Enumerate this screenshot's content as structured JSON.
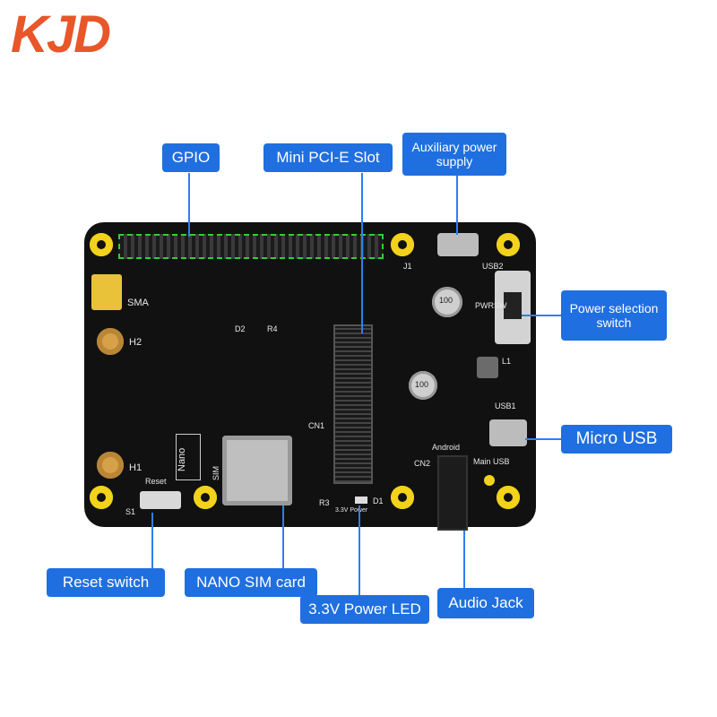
{
  "logo": {
    "text": "KJD",
    "color": "#e8562a"
  },
  "labels": {
    "gpio": "GPIO",
    "mini_pcie": "Mini PCI-E Slot",
    "aux_power": "Auxiliary power supply",
    "power_select": "Power selection switch",
    "micro_usb": "Micro USB",
    "audio_jack": "Audio Jack",
    "power_led": "3.3V Power LED",
    "nano_sim": "NANO SIM card",
    "reset": "Reset switch"
  },
  "pcb_silk": {
    "sma": "SMA",
    "h2": "H2",
    "h1": "H1",
    "reset": "Reset",
    "s1": "S1",
    "sim": "SIM",
    "nano": "Nano",
    "cn1": "CN1",
    "cn2": "CN2",
    "android": "Android",
    "main_usb": "Main USB",
    "usb1": "USB1",
    "usb2": "USB2",
    "pwrsw": "PWRSW",
    "l1": "L1",
    "d1": "D1",
    "d2": "D2",
    "r3": "R3",
    "r4": "R4",
    "j1": "J1",
    "power_3v3": "3.3V Power",
    "cap_100": "100"
  },
  "colors": {
    "label_bg": "#1f6fe0",
    "board": "#111111",
    "hole": "#f2d21a",
    "gpio_box": "#2fd12f"
  }
}
